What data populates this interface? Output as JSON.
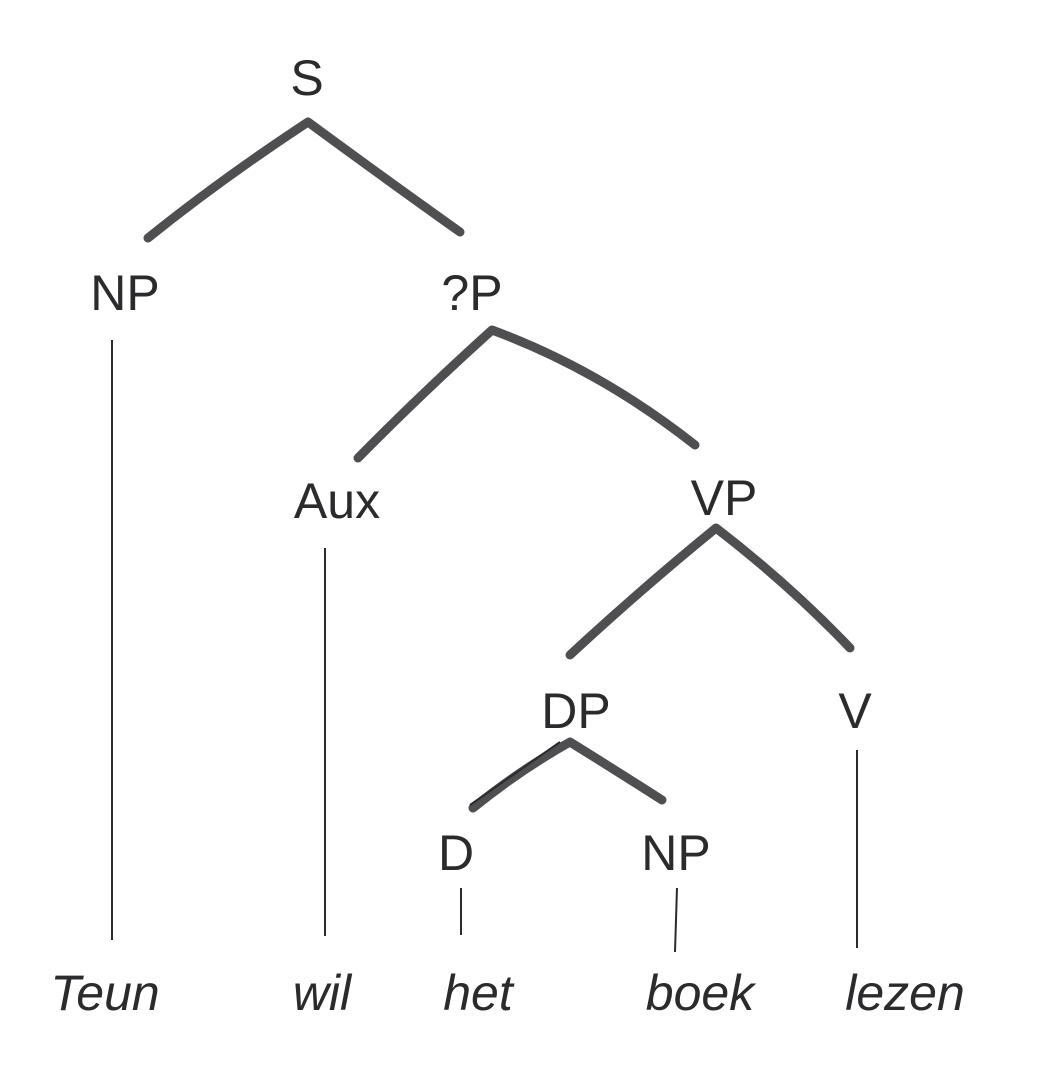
{
  "tree": {
    "nodes": {
      "s": "S",
      "np_subject": "NP",
      "qp": "?P",
      "aux": "Aux",
      "vp": "VP",
      "dp": "DP",
      "v": "V",
      "d": "D",
      "np_object": "NP"
    },
    "words": {
      "teun": "Teun",
      "wil": "wil",
      "het": "het",
      "boek": "boek",
      "lezen": "lezen"
    }
  }
}
